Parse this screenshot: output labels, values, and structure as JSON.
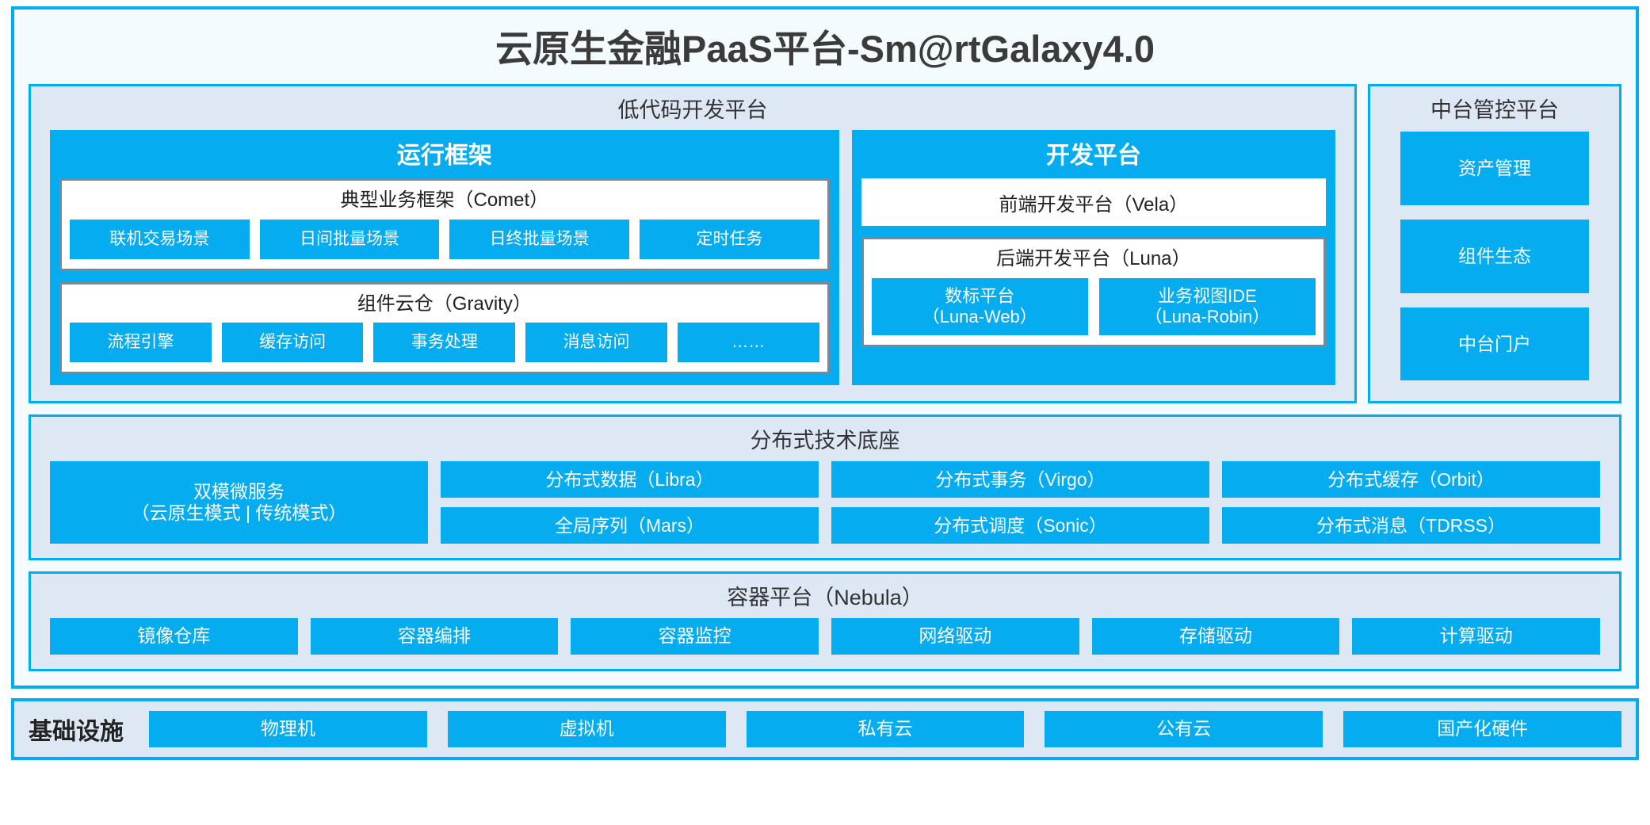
{
  "title": "云原生金融PaaS平台-Sm@rtGalaxy4.0",
  "colors": {
    "accent": "#05ACEF",
    "frame_border": "#00AEEF",
    "panel_bg": "#DEE8F4",
    "inner_border": "#7A8794",
    "page_bg": "#F4FBFE",
    "title_text": "#3B3B3B"
  },
  "lowcode": {
    "title": "低代码开发平台",
    "runtime": {
      "title": "运行框架",
      "comet": {
        "title": "典型业务框架（Comet）",
        "items": [
          "联机交易场景",
          "日间批量场景",
          "日终批量场景",
          "定时任务"
        ]
      },
      "gravity": {
        "title": "组件云仓（Gravity）",
        "items": [
          "流程引擎",
          "缓存访问",
          "事务处理",
          "消息访问",
          "……"
        ]
      }
    },
    "devplatform": {
      "title": "开发平台",
      "vela": "前端开发平台（Vela）",
      "luna": {
        "title": "后端开发平台（Luna）",
        "items": [
          {
            "name": "数标平台",
            "code": "（Luna-Web）"
          },
          {
            "name": "业务视图IDE",
            "code": "（Luna-Robin）"
          }
        ]
      }
    }
  },
  "midoffice": {
    "title": "中台管控平台",
    "items": [
      "资产管理",
      "组件生态",
      "中台门户"
    ]
  },
  "distributed": {
    "title": "分布式技术底座",
    "microservice": {
      "line1": "双模微服务",
      "line2": "（云原生模式 | 传统模式）"
    },
    "columns": [
      [
        "分布式数据（Libra）",
        "全局序列（Mars）"
      ],
      [
        "分布式事务（Virgo）",
        "分布式调度（Sonic）"
      ],
      [
        "分布式缓存（Orbit）",
        "分布式消息（TDRSS）"
      ]
    ]
  },
  "container": {
    "title": "容器平台（Nebula）",
    "items": [
      "镜像仓库",
      "容器编排",
      "容器监控",
      "网络驱动",
      "存储驱动",
      "计算驱动"
    ]
  },
  "infrastructure": {
    "label": "基础设施",
    "items": [
      "物理机",
      "虚拟机",
      "私有云",
      "公有云",
      "国产化硬件"
    ]
  }
}
